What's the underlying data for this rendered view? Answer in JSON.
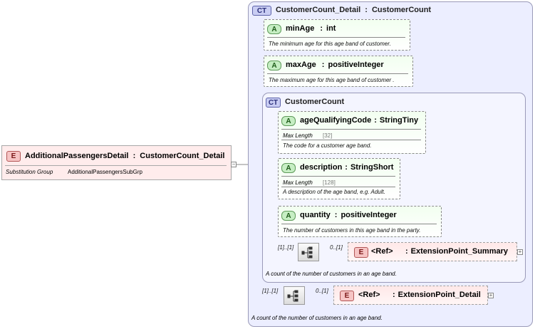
{
  "root_element": {
    "badge": "E",
    "name": "AdditionalPassengersDetail",
    "type": "CustomerCount_Detail",
    "substitution_label": "Substitution Group",
    "substitution_value": "AdditionalPassengersSubGrp"
  },
  "outer_type": {
    "badge": "CT",
    "name": "CustomerCount_Detail",
    "base": "CustomerCount",
    "attributes": [
      {
        "badge": "A",
        "name": "minAge",
        "type": "int",
        "doc": "The minimum age for this age band of customer."
      },
      {
        "badge": "A",
        "name": "maxAge",
        "type": "positiveInteger",
        "doc": "The maximum age for this age band of customer ."
      }
    ],
    "sequence": {
      "cardinality": "[1]..[1]",
      "child_cardinality": "0..[1]",
      "ref_badge": "E",
      "ref_label": "<Ref>",
      "ref_name": "ExtensionPoint_Detail"
    },
    "doc": "A count of the number of customers in an age band."
  },
  "inner_type": {
    "badge": "CT",
    "name": "CustomerCount",
    "attributes": [
      {
        "badge": "A",
        "name": "ageQualifyingCode",
        "type": "StringTiny",
        "facet_label": "Max Length",
        "facet_value": "[32]",
        "doc": "The code for a customer age band."
      },
      {
        "badge": "A",
        "name": "description",
        "type": "StringShort",
        "facet_label": "Max Length",
        "facet_value": "[128]",
        "doc": "A description of the age band, e.g. Adult."
      },
      {
        "badge": "A",
        "name": "quantity",
        "type": "positiveInteger",
        "doc": "The number of customers in this age band in the party."
      }
    ],
    "sequence": {
      "cardinality": "[1]..[1]",
      "child_cardinality": "0..[1]",
      "ref_badge": "E",
      "ref_label": "<Ref>",
      "ref_name": "ExtensionPoint_Summary"
    },
    "doc": "A count of the number of customers in an age band."
  },
  "separator": ":",
  "colors": {
    "complex_type_bg": "#eceeff",
    "attribute_bg": "#f2fff0",
    "element_bg": "#ffecec"
  }
}
